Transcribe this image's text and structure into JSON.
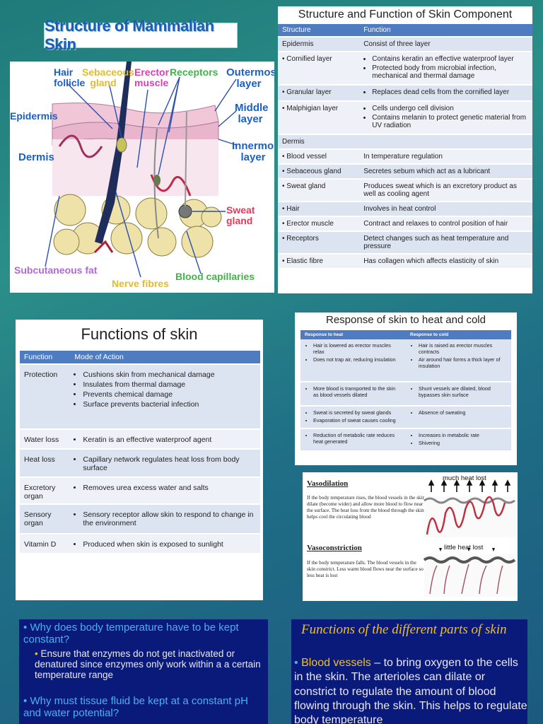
{
  "diagram": {
    "title": "Structure of Mammalian Skin",
    "labels": {
      "hair_follicle": "Hair follicle",
      "sebaceous_gland": "Sebaceous gland",
      "erector_muscle": "Erector muscle",
      "receptors": "Receptors",
      "outermost_layer": "Outermost layer",
      "middle_layer": "Middle layer",
      "innermost_layer": "Innermost layer",
      "epidermis": "Epidermis",
      "dermis": "Dermis",
      "sweat_gland": "Sweat gland",
      "subcutaneous_fat": "Subcutaneous fat",
      "nerve_fibres": "Nerve fibres",
      "blood_capillaries": "Blood capillaries"
    }
  },
  "structure_table": {
    "title": "Structure and Function of Skin Component",
    "headers": [
      "Structure",
      "Function"
    ],
    "rows": [
      {
        "s": "Epidermis",
        "bullet": false,
        "f": [
          "Consist of three layer"
        ],
        "fb": false
      },
      {
        "s": "Cornified layer",
        "bullet": true,
        "f": [
          "Contains keratin  an effective waterproof layer",
          "Protected body from microbial infection, mechanical and thermal damage"
        ],
        "fb": true
      },
      {
        "s": "Granular layer",
        "bullet": true,
        "f": [
          "Replaces dead cells from the cornified layer"
        ],
        "fb": true
      },
      {
        "s": "Malphigian layer",
        "bullet": true,
        "f": [
          "Cells undergo cell division",
          "Contains melanin to protect genetic material from UV radiation"
        ],
        "fb": true
      },
      {
        "s": "Dermis",
        "bullet": false,
        "f": [
          ""
        ],
        "fb": false
      },
      {
        "s": "Blood vessel",
        "bullet": true,
        "f": [
          "In temperature regulation"
        ],
        "fb": false
      },
      {
        "s": "Sebaceous gland",
        "bullet": true,
        "f": [
          "Secretes sebum which act as a lubricant"
        ],
        "fb": false
      },
      {
        "s": "Sweat gland",
        "bullet": true,
        "f": [
          "Produces sweat which is an excretory product as well as cooling agent"
        ],
        "fb": false
      },
      {
        "s": "Hair",
        "bullet": true,
        "f": [
          "Involves in heat control"
        ],
        "fb": false
      },
      {
        "s": "Erector muscle",
        "bullet": true,
        "f": [
          "Contract and relaxes to control position of hair"
        ],
        "fb": false
      },
      {
        "s": "Receptors",
        "bullet": true,
        "f": [
          "Detect changes such as heat temperature and pressure"
        ],
        "fb": false
      },
      {
        "s": "Elastic fibre",
        "bullet": true,
        "f": [
          "Has collagen which affects elasticity of skin"
        ],
        "fb": false
      }
    ]
  },
  "functions_table": {
    "title": "Functions of skin",
    "headers": [
      "Function",
      "Mode of Action"
    ],
    "rows": [
      {
        "f": "Protection",
        "m": [
          "Cushions skin from mechanical damage",
          "Insulates from thermal damage",
          "Prevents chemical damage",
          "Surface prevents bacterial infection"
        ]
      },
      {
        "f": "Water loss",
        "m": [
          "Keratin is an effective waterproof agent"
        ]
      },
      {
        "f": "Heat loss",
        "m": [
          "Capillary network regulates heat loss from body surface"
        ]
      },
      {
        "f": "Excretory organ",
        "m": [
          "Removes urea excess water and salts"
        ]
      },
      {
        "f": "Sensory organ",
        "m": [
          "Sensory receptor allow skin to respond to change in the environment"
        ]
      },
      {
        "f": "Vitamin D",
        "m": [
          "Produced when skin is exposed to sunlight"
        ]
      }
    ]
  },
  "response_table": {
    "title": "Response of skin to heat and cold",
    "headers": [
      "Response to heat",
      "Response to cold"
    ],
    "rows": [
      {
        "h": [
          "Hair is lowered as erector muscles relax",
          "Does not trap air, reducing insulation"
        ],
        "c": [
          "Hair is raised as erector muscles contracts",
          "Air around hair forms a thick layer of insulation"
        ]
      },
      {
        "h": [
          "More blood is transported to the skin as blood vessels dilated"
        ],
        "c": [
          "Shunt vessels are dilated, blood bypasses skin surface"
        ]
      },
      {
        "h": [
          "Sweat is secreted by sweat glands",
          "Evaporation of sweat causes cooling"
        ],
        "c": [
          "Absence of sweating"
        ]
      },
      {
        "h": [
          "Reduction of metabolic rate reduces heat generated"
        ],
        "c": [
          "Increases in metabolic rate",
          "Shivering"
        ]
      }
    ]
  },
  "vaso": {
    "dil_title": "Vasodilation",
    "dil_text": "If the body temperature rises, the blood vessels in the skin dilate (become wider) and allow more blood to flow near the surface. The heat loss from the blood through the skin helps cool the circulating blood",
    "con_title": "Vasoconstriction",
    "con_text": "If the body temperature falls. The blood vessels in the skin constrict. Less warm blood flows near the surface so less heat is lost",
    "much_heat": "much heat lost",
    "little_heat": "little heat lost"
  },
  "questions": {
    "q1": "Why does body temperature have to be kept constant?",
    "a1": "Ensure that enzymes do not get inactivated or denatured since enzymes only work within a a certain temperature range",
    "q2": "Why must tissue fluid be kept at a constant pH and water potential?"
  },
  "parts": {
    "title": "Functions of the different parts of skin",
    "term": "Blood vessels",
    "text": " – to bring oxygen to the cells in the skin. The arterioles can dilate or constrict to regulate the amount of blood flowing through the skin.  This helps to regulate body temperature"
  },
  "colors": {
    "header_blue": "#4f7cc0",
    "row_alt": "#dde4f1",
    "slide_dark": "#0a1a7a",
    "question_yellow": "#f0c020"
  }
}
